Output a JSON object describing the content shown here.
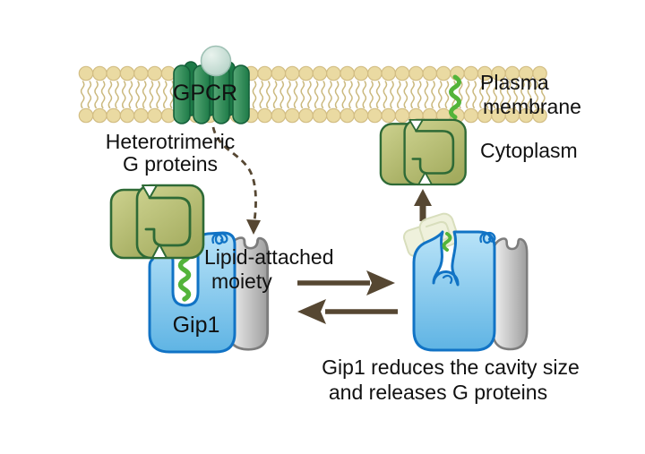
{
  "figure": {
    "background": "#ffffff",
    "labels": {
      "gpcr": "GPCR",
      "plasma_membrane": [
        "Plasma",
        "membrane"
      ],
      "cytoplasm": "Cytoplasm",
      "heterotrimeric_g_proteins": [
        "Heterotrimeric",
        "G proteins"
      ],
      "lipid_attached_moiety": [
        "Lipid-attached",
        "moiety"
      ],
      "gip1": "Gip1",
      "caption": [
        "Gip1 reduces the cavity size",
        "and releases G proteins"
      ]
    },
    "colors": {
      "membrane_head": "#eadaa2",
      "membrane_head_outline": "#d2bd83",
      "membrane_tail": "#cbb97e",
      "gpcr_green_light": "#57a876",
      "gpcr_green_dark": "#1d7a47",
      "gpcr_outline": "#14603a",
      "ligand_ball": "#b2d2c6",
      "g_protein_fill": "#b7bd74",
      "g_protein_outline": "#2e6a36",
      "lipid_anchor_green": "#54b43a",
      "gip1_fill_light": "#b9e3f8",
      "gip1_fill_dark": "#5fb4e4",
      "gip1_outline": "#1173c5",
      "pillar_fill_light": "#f2f2f2",
      "pillar_fill_dark": "#9e9e9e",
      "pillar_outline": "#7d7d7d",
      "ghost_fill": "#eef0da",
      "ghost_outline": "#d6dcb8",
      "arrow_brown": "#564732",
      "text": "#111111"
    }
  }
}
